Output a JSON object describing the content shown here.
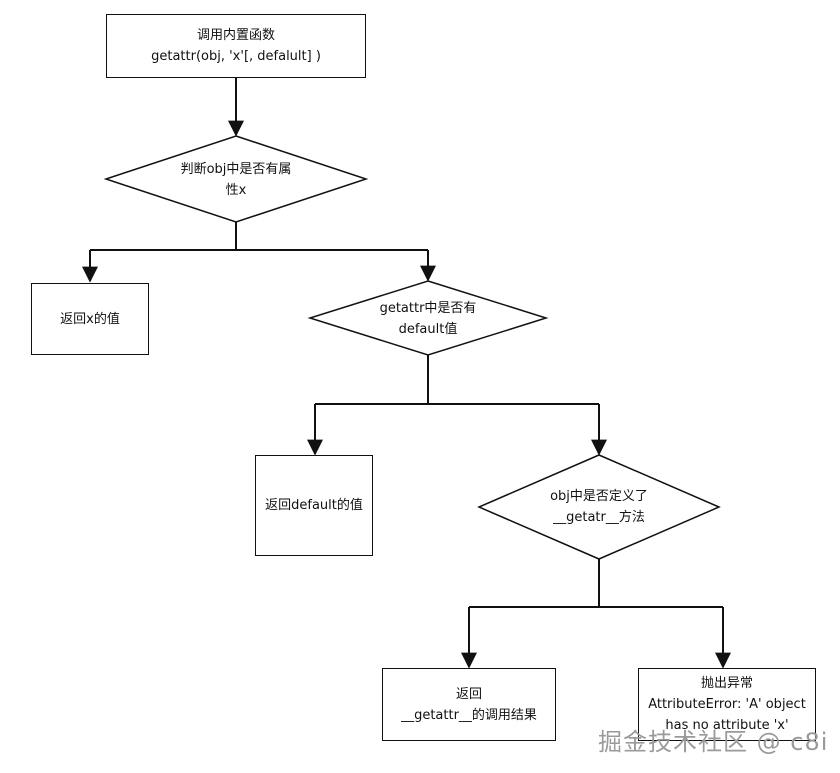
{
  "nodes": {
    "start": {
      "text": "调用内置函数\ngetattr(obj, 'x'[, defalult] )"
    },
    "q_has_attr": {
      "text": "判断obj中是否有属\n性x"
    },
    "return_x": {
      "text": "返回x的值"
    },
    "q_has_default": {
      "text": "getattr中是否有\ndefault值"
    },
    "return_default": {
      "text": "返回default的值"
    },
    "q_defines_getattr": {
      "text": "obj中是否定义了\n__getatr__方法"
    },
    "return_getattr": {
      "text": "返回\n__getattr__的调用结果"
    },
    "raise_error": {
      "text": "抛出异常\nAttributeError: 'A' object\nhas no attribute 'x'"
    }
  },
  "watermark": "掘金技术社区 @ c8i",
  "colors": {
    "stroke": "#111111",
    "fill": "#ffffff",
    "watermark": "#9a9a9a"
  }
}
